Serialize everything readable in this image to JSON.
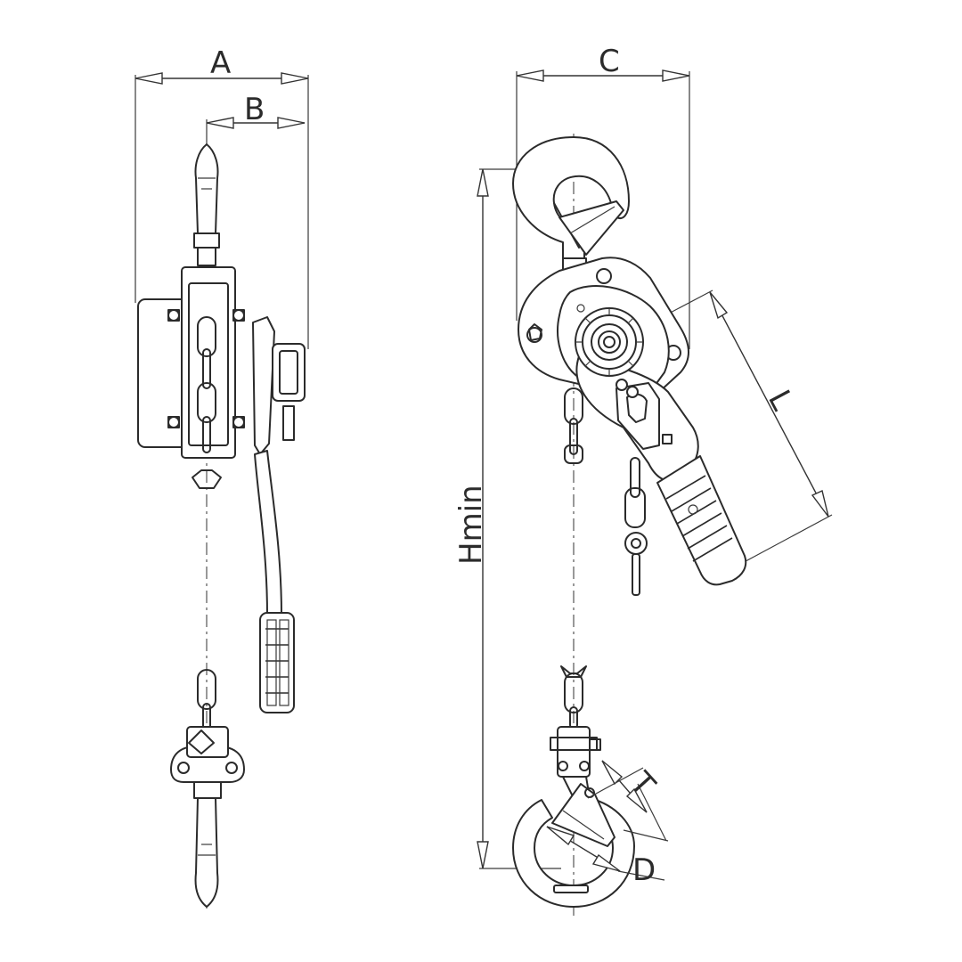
{
  "dimensions": {
    "A": "A",
    "B": "B",
    "C": "C",
    "L": "L",
    "Hmin": "Hmin",
    "T": "T",
    "D": "D"
  },
  "colors": {
    "line": "#2b2b2b",
    "background": "#ffffff"
  }
}
